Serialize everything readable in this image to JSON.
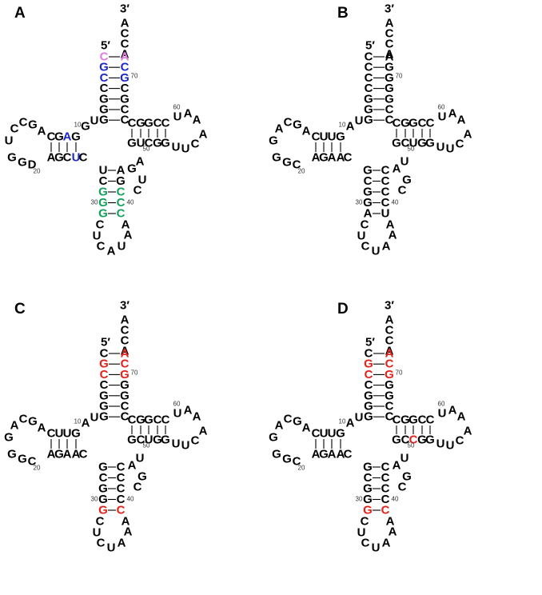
{
  "colors": {
    "default": "#000000",
    "pink": "#e07be0",
    "blue": "#1c28c8",
    "green": "#15a060",
    "red": "#e3221b"
  },
  "panels": [
    {
      "letter": "A",
      "five_prime": "5′",
      "three_prime": "3′",
      "tail": [
        "A",
        "C",
        "C",
        "A"
      ],
      "acceptor_5": [
        "C",
        "G",
        "C",
        "C",
        "G",
        "G",
        "G"
      ],
      "acceptor_3": [
        "A",
        "C",
        "G",
        "C",
        "G",
        "C",
        "C"
      ],
      "acceptor_5_colors": [
        "pink",
        "blue",
        "blue",
        "default",
        "default",
        "default",
        "default"
      ],
      "acceptor_3_colors": [
        "pink",
        "blue",
        "blue",
        "default",
        "default",
        "default",
        "default"
      ],
      "join_5": [
        "U",
        "G"
      ],
      "d_5": [
        "G",
        "A",
        "G",
        "C"
      ],
      "d_5_colors": [
        "default",
        "blue",
        "default",
        "default"
      ],
      "d_loop": [
        "A",
        "G",
        "C",
        "C",
        "U",
        "G",
        "G",
        "D"
      ],
      "d_3": [
        "A",
        "G",
        "C",
        "U"
      ],
      "d_3_colors": [
        "default",
        "default",
        "default",
        "blue"
      ],
      "join_d_ac": [
        "C"
      ],
      "ac_5": [
        "U",
        "C",
        "G",
        "G",
        "G"
      ],
      "ac_5_colors": [
        "default",
        "default",
        "green",
        "green",
        "green"
      ],
      "ac_loop": [
        "C",
        "U",
        "C",
        "A",
        "U",
        "A",
        "A"
      ],
      "ac_3": [
        "C",
        "C",
        "C",
        "G",
        "A"
      ],
      "ac_3_colors": [
        "green",
        "green",
        "green",
        "default",
        "default"
      ],
      "variable": [
        "G",
        "A",
        "U",
        "C"
      ],
      "t_5": [
        "G",
        "U",
        "C",
        "G",
        "G"
      ],
      "t_5_colors": [
        "default",
        "default",
        "default",
        "default",
        "default"
      ],
      "t_loop": [
        "U",
        "U",
        "C",
        "A",
        "A",
        "A",
        "U"
      ],
      "t_3": [
        "C",
        "C",
        "G",
        "G",
        "C"
      ],
      "t_3_colors": [
        "default",
        "default",
        "default",
        "default",
        "default"
      ],
      "numbers": [
        "10",
        "20",
        "30",
        "40",
        "50",
        "60",
        "70"
      ]
    },
    {
      "letter": "B",
      "five_prime": "5′",
      "three_prime": "3′",
      "tail": [
        "A",
        "C",
        "C",
        "A"
      ],
      "acceptor_5": [
        "C",
        "C",
        "C",
        "C",
        "G",
        "G",
        "G"
      ],
      "acceptor_3": [
        "A",
        "G",
        "G",
        "G",
        "G",
        "C",
        "C"
      ],
      "acceptor_5_colors": [
        "default",
        "default",
        "default",
        "default",
        "default",
        "default",
        "default"
      ],
      "acceptor_3_colors": [
        "default",
        "default",
        "default",
        "default",
        "default",
        "default",
        "default"
      ],
      "join_5": [
        "U",
        "A"
      ],
      "d_5": [
        "G",
        "U",
        "U",
        "C"
      ],
      "d_5_colors": [
        "default",
        "default",
        "default",
        "default"
      ],
      "d_loop": [
        "A",
        "G",
        "C",
        "A",
        "G",
        "G",
        "G",
        "C"
      ],
      "d_3": [
        "A",
        "G",
        "A",
        "A"
      ],
      "d_3_colors": [
        "default",
        "default",
        "default",
        "default"
      ],
      "join_d_ac": [
        "C"
      ],
      "ac_5": [
        "G",
        "C",
        "G",
        "G",
        "A"
      ],
      "ac_5_colors": [
        "default",
        "default",
        "default",
        "default",
        "default"
      ],
      "ac_loop": [
        "C",
        "U",
        "C",
        "U",
        "A",
        "A",
        "A"
      ],
      "ac_3": [
        "U",
        "C",
        "C",
        "C",
        "C"
      ],
      "ac_3_colors": [
        "default",
        "default",
        "default",
        "default",
        "default"
      ],
      "variable": [
        "A",
        "U",
        "G",
        "C"
      ],
      "t_5": [
        "G",
        "C",
        "U",
        "G",
        "G"
      ],
      "t_5_colors": [
        "default",
        "default",
        "default",
        "default",
        "default"
      ],
      "t_loop": [
        "U",
        "U",
        "C",
        "A",
        "A",
        "A",
        "U"
      ],
      "t_3": [
        "C",
        "C",
        "G",
        "G",
        "C"
      ],
      "t_3_colors": [
        "default",
        "default",
        "default",
        "default",
        "default"
      ],
      "numbers": [
        "10",
        "20",
        "30",
        "40",
        "50",
        "60",
        "70"
      ]
    },
    {
      "letter": "C",
      "five_prime": "5′",
      "three_prime": "3′",
      "tail": [
        "A",
        "C",
        "C",
        "A"
      ],
      "acceptor_5": [
        "C",
        "G",
        "C",
        "C",
        "G",
        "G",
        "G"
      ],
      "acceptor_3": [
        "A",
        "C",
        "G",
        "G",
        "G",
        "C",
        "C"
      ],
      "acceptor_5_colors": [
        "default",
        "red",
        "red",
        "default",
        "default",
        "default",
        "default"
      ],
      "acceptor_3_colors": [
        "red",
        "red",
        "red",
        "default",
        "default",
        "default",
        "default"
      ],
      "join_5": [
        "U",
        "A"
      ],
      "d_5": [
        "G",
        "U",
        "U",
        "C"
      ],
      "d_5_colors": [
        "default",
        "default",
        "default",
        "default"
      ],
      "d_loop": [
        "A",
        "G",
        "C",
        "A",
        "G",
        "G",
        "G",
        "C"
      ],
      "d_3": [
        "A",
        "G",
        "A",
        "A"
      ],
      "d_3_colors": [
        "default",
        "default",
        "default",
        "default"
      ],
      "join_d_ac": [
        "C"
      ],
      "ac_5": [
        "G",
        "C",
        "G",
        "G",
        "G"
      ],
      "ac_5_colors": [
        "default",
        "default",
        "default",
        "default",
        "red"
      ],
      "ac_loop": [
        "C",
        "U",
        "C",
        "U",
        "A",
        "A",
        "A"
      ],
      "ac_3": [
        "C",
        "C",
        "C",
        "C",
        "C"
      ],
      "ac_3_colors": [
        "red",
        "default",
        "default",
        "default",
        "default"
      ],
      "variable": [
        "A",
        "U",
        "G",
        "C"
      ],
      "t_5": [
        "G",
        "C",
        "U",
        "G",
        "G"
      ],
      "t_5_colors": [
        "default",
        "default",
        "default",
        "default",
        "default"
      ],
      "t_loop": [
        "U",
        "U",
        "C",
        "A",
        "A",
        "A",
        "U"
      ],
      "t_3": [
        "C",
        "C",
        "G",
        "G",
        "C"
      ],
      "t_3_colors": [
        "default",
        "default",
        "default",
        "default",
        "default"
      ],
      "numbers": [
        "10",
        "20",
        "30",
        "40",
        "50",
        "60",
        "70"
      ]
    },
    {
      "letter": "D",
      "five_prime": "5′",
      "three_prime": "3′",
      "tail": [
        "A",
        "C",
        "C",
        "A"
      ],
      "acceptor_5": [
        "C",
        "G",
        "C",
        "C",
        "G",
        "G",
        "G"
      ],
      "acceptor_3": [
        "A",
        "C",
        "G",
        "G",
        "G",
        "C",
        "C"
      ],
      "acceptor_5_colors": [
        "default",
        "red",
        "red",
        "default",
        "default",
        "default",
        "default"
      ],
      "acceptor_3_colors": [
        "red",
        "red",
        "red",
        "default",
        "default",
        "default",
        "default"
      ],
      "join_5": [
        "U",
        "A"
      ],
      "d_5": [
        "G",
        "U",
        "U",
        "C"
      ],
      "d_5_colors": [
        "default",
        "default",
        "default",
        "default"
      ],
      "d_loop": [
        "A",
        "G",
        "C",
        "A",
        "G",
        "G",
        "G",
        "C"
      ],
      "d_3": [
        "A",
        "G",
        "A",
        "A"
      ],
      "d_3_colors": [
        "default",
        "default",
        "default",
        "default"
      ],
      "join_d_ac": [
        "C"
      ],
      "ac_5": [
        "G",
        "C",
        "G",
        "G",
        "G"
      ],
      "ac_5_colors": [
        "default",
        "default",
        "default",
        "default",
        "red"
      ],
      "ac_loop": [
        "C",
        "U",
        "C",
        "U",
        "A",
        "A",
        "A"
      ],
      "ac_3": [
        "C",
        "C",
        "C",
        "C",
        "C"
      ],
      "ac_3_colors": [
        "red",
        "default",
        "default",
        "default",
        "default"
      ],
      "variable": [
        "A",
        "U",
        "G",
        "C"
      ],
      "t_5": [
        "G",
        "C",
        "C",
        "G",
        "G"
      ],
      "t_5_colors": [
        "default",
        "default",
        "red",
        "default",
        "default"
      ],
      "t_loop": [
        "U",
        "U",
        "C",
        "A",
        "A",
        "A",
        "U"
      ],
      "t_3": [
        "C",
        "C",
        "G",
        "G",
        "C"
      ],
      "t_3_colors": [
        "default",
        "default",
        "default",
        "default",
        "default"
      ],
      "numbers": [
        "10",
        "20",
        "30",
        "40",
        "50",
        "60",
        "70"
      ]
    }
  ]
}
